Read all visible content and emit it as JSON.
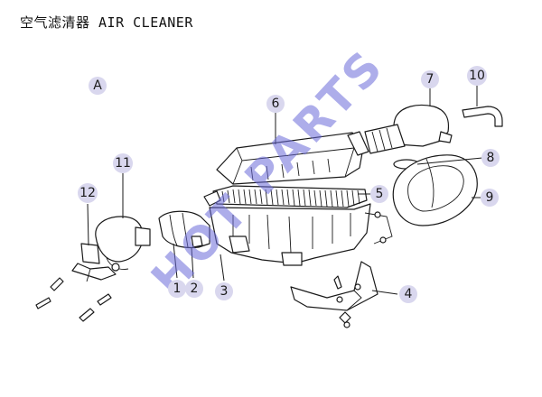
{
  "title": "空气滤清器 AIR CLEANER",
  "view_label": "A",
  "watermark": "HOT PARTS",
  "colors": {
    "callout_bubble": "#d9d7ee",
    "watermark": "#6a6ad8",
    "line": "#1a1a1a"
  },
  "callouts": [
    "1",
    "2",
    "3",
    "4",
    "5",
    "6",
    "7",
    "8",
    "9",
    "10",
    "11",
    "12"
  ]
}
